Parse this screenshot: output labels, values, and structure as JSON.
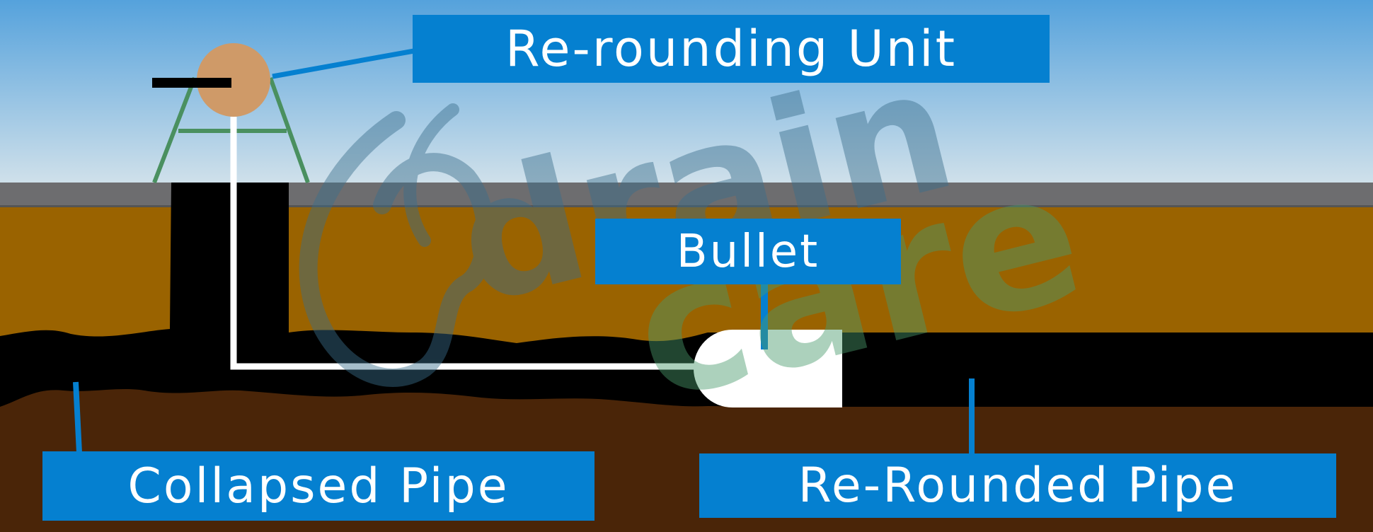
{
  "labels": {
    "rerounding_unit": "Re-rounding Unit",
    "bullet": "Bullet",
    "collapsed_pipe": "Collapsed Pipe",
    "rerounded_pipe": "Re-Rounded Pipe"
  },
  "watermark": {
    "line1": "drain",
    "line2": "care"
  },
  "colors": {
    "sky_top": "#55a2dc",
    "sky_bottom": "#cfe0ea",
    "road": "#6d6d6f",
    "soil": "#9a6300",
    "deep_soil": "#4a2508",
    "pipe": "#000000",
    "label_bg": "#0580d0",
    "label_text": "#ffffff",
    "unit_body": "#cf9a68",
    "frame": "#4a9060",
    "cable": "#ffffff"
  }
}
